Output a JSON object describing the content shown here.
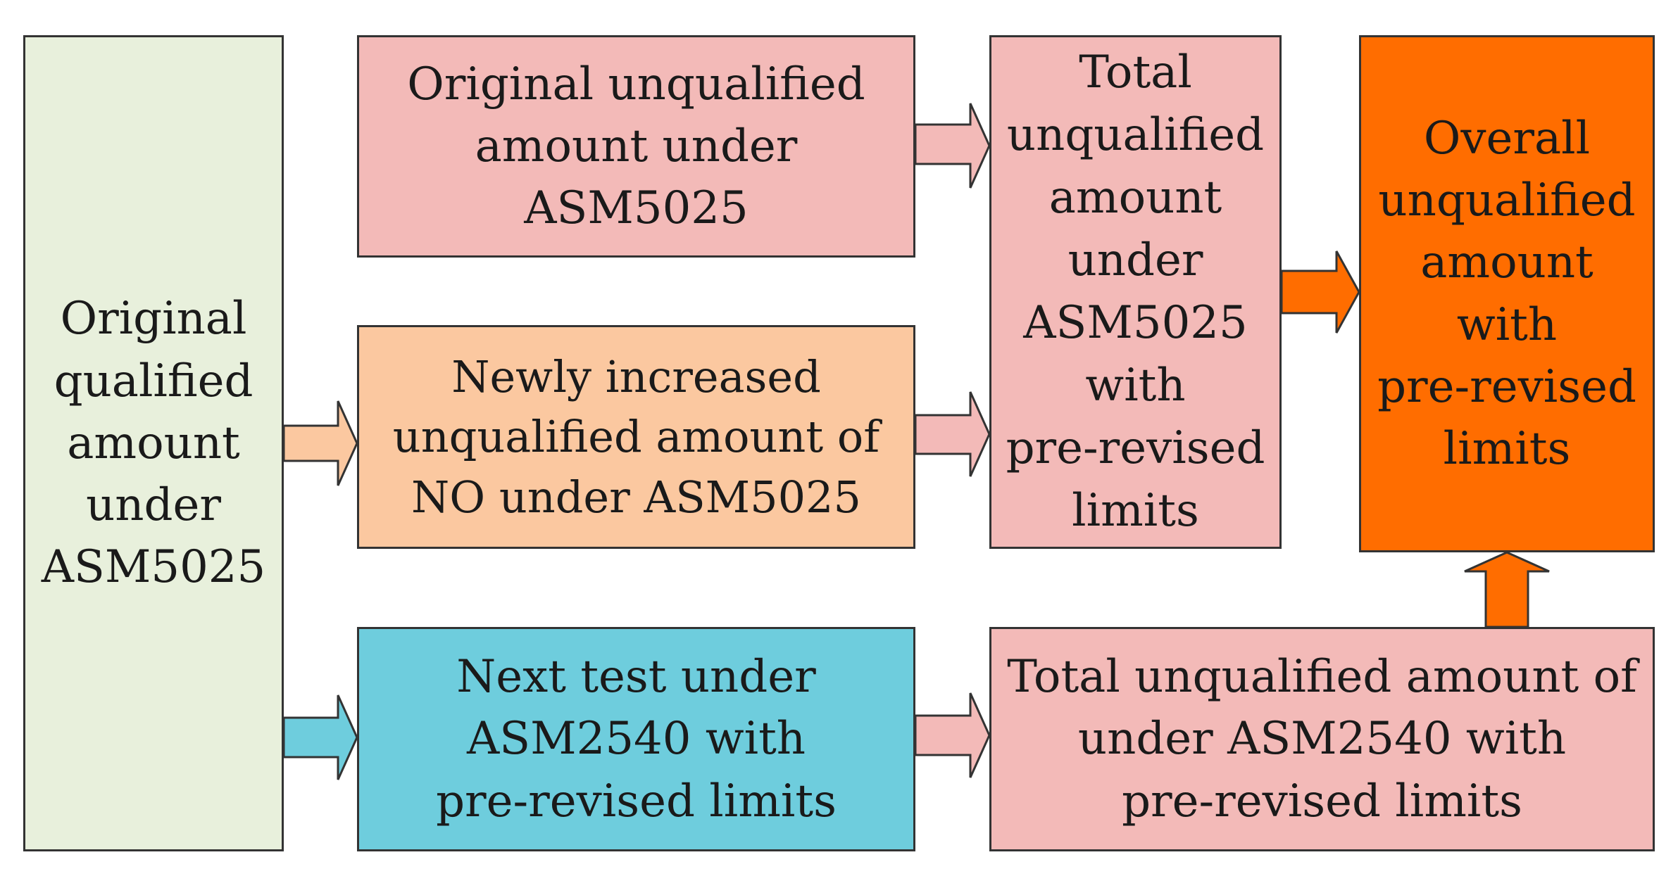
{
  "colors": {
    "green": "#e8f0dc",
    "pink": "#f3bab8",
    "peach": "#fbc8a0",
    "cyan": "#6ecddd",
    "orange": "#ff6d00",
    "border": "#333333"
  },
  "nodes": {
    "original_qualified": "Original\nqualified\namount\nunder\nASM5025",
    "original_unqualified": "Original unqualified\namount under ASM5025",
    "newly_increased": "Newly increased\nunqualified amount of\nNO under ASM5025",
    "next_test": "Next test under\nASM2540  with\npre-revised limits",
    "total_unqualified_5025": "Total\nunqualified\namount\nunder\nASM5025\nwith\npre-revised\nlimits",
    "overall_unqualified": "Overall\nunqualified\namount\nwith\npre-revised\nlimits",
    "total_unqualified_2540": "Total unqualified amount of\nunder ASM2540 with\npre-revised limits"
  },
  "edges": [
    {
      "from": "original_qualified",
      "to": "newly_increased",
      "color": "peach"
    },
    {
      "from": "original_qualified",
      "to": "next_test",
      "color": "cyan"
    },
    {
      "from": "original_unqualified",
      "to": "total_unqualified_5025",
      "color": "pink"
    },
    {
      "from": "newly_increased",
      "to": "total_unqualified_5025",
      "color": "pink"
    },
    {
      "from": "next_test",
      "to": "total_unqualified_2540",
      "color": "pink"
    },
    {
      "from": "total_unqualified_5025",
      "to": "overall_unqualified",
      "color": "orange"
    },
    {
      "from": "total_unqualified_2540",
      "to": "overall_unqualified",
      "color": "orange"
    }
  ]
}
